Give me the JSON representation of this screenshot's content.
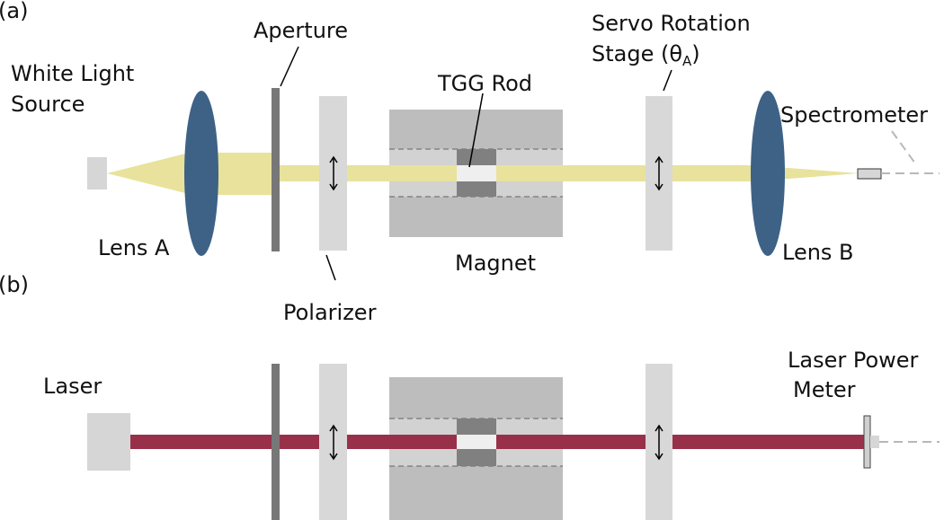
{
  "panel_a": {
    "tag": "(a)",
    "white_light_source": [
      "White Light",
      "Source"
    ],
    "aperture": "Aperture",
    "servo_stage": [
      "Servo Rotation",
      "Stage (θ",
      "A",
      ")"
    ],
    "tgg_rod": "TGG Rod",
    "spectrometer": "Spectrometer",
    "lens_a": "Lens A",
    "magnet": "Magnet",
    "lens_b": "Lens B",
    "polarizer": "Polarizer"
  },
  "panel_b": {
    "tag": "(b)",
    "laser": "Laser",
    "power_meter": [
      "Laser Power",
      "Meter"
    ]
  },
  "colors": {
    "beam_white": "#e8e29c",
    "beam_laser": "#99304a",
    "lens": "#3d6286",
    "aperture": "#777777",
    "polarizer": "#d8d8d8",
    "magnet_outer": "#bdbdbd",
    "magnet_inner": "#d2d2d2",
    "rod_block": "#808080",
    "rod_gap": "#efefef",
    "source": "#d6d6d6",
    "detector_dash": "#b8b8b8"
  }
}
